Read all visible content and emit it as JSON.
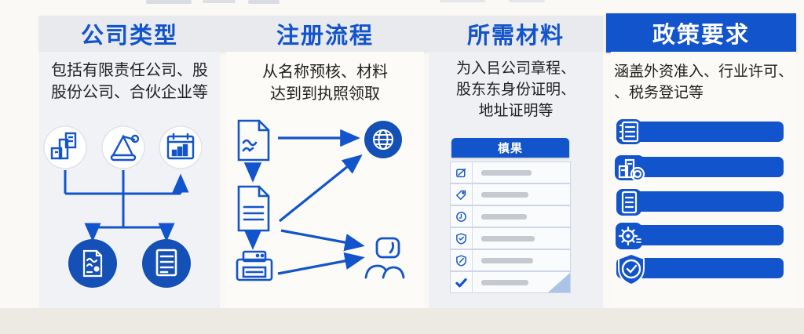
{
  "colors": {
    "accent": "#1254cc",
    "deep_blue": "#1450b5",
    "header_band": "#e8eaee",
    "solid_header": "#1254cc",
    "placeholder_gray": "#c6cad0",
    "fold_blue": "#aac4e8"
  },
  "columns": [
    {
      "id": "company-types",
      "header": "公司类型",
      "body_lines": [
        "包括有限责任公司、股",
        "股份公司、合伙企业等"
      ],
      "top_icons": [
        "buildings-icon",
        "balance-scale-icon",
        "calendar-chart-icon"
      ],
      "bottom_icons": [
        "certificate-doc-icon",
        "license-doc-icon"
      ]
    },
    {
      "id": "registration-process",
      "header": "注册流程",
      "body_lines": [
        "从名称预核、材料",
        "达到到执照领取"
      ],
      "flow_icons": [
        "signed-doc-icon",
        "globe-icon",
        "text-doc-icon",
        "printer-icon",
        "applicant-icon"
      ]
    },
    {
      "id": "required-materials",
      "header": "所需材料",
      "body_lines": [
        "为入㠯公司章程、",
        "股东东身份证明、",
        "地址证明等"
      ],
      "table": {
        "header": "槙果",
        "row_icons": [
          "pen-check-icon",
          "tag-check-icon",
          "clock-icon",
          "shield-check-icon",
          "shield-pen-icon",
          "bold-check-icon"
        ]
      }
    },
    {
      "id": "policy-requirements",
      "header": "政策要求",
      "body_lines": [
        "涵盖外资准入、行业许可、",
        "、税务登记等"
      ],
      "bar_icons": [
        "notebook-icon",
        "buildings-search-icon",
        "document-icon",
        "gear-icon",
        "shield-check-icon"
      ]
    }
  ]
}
